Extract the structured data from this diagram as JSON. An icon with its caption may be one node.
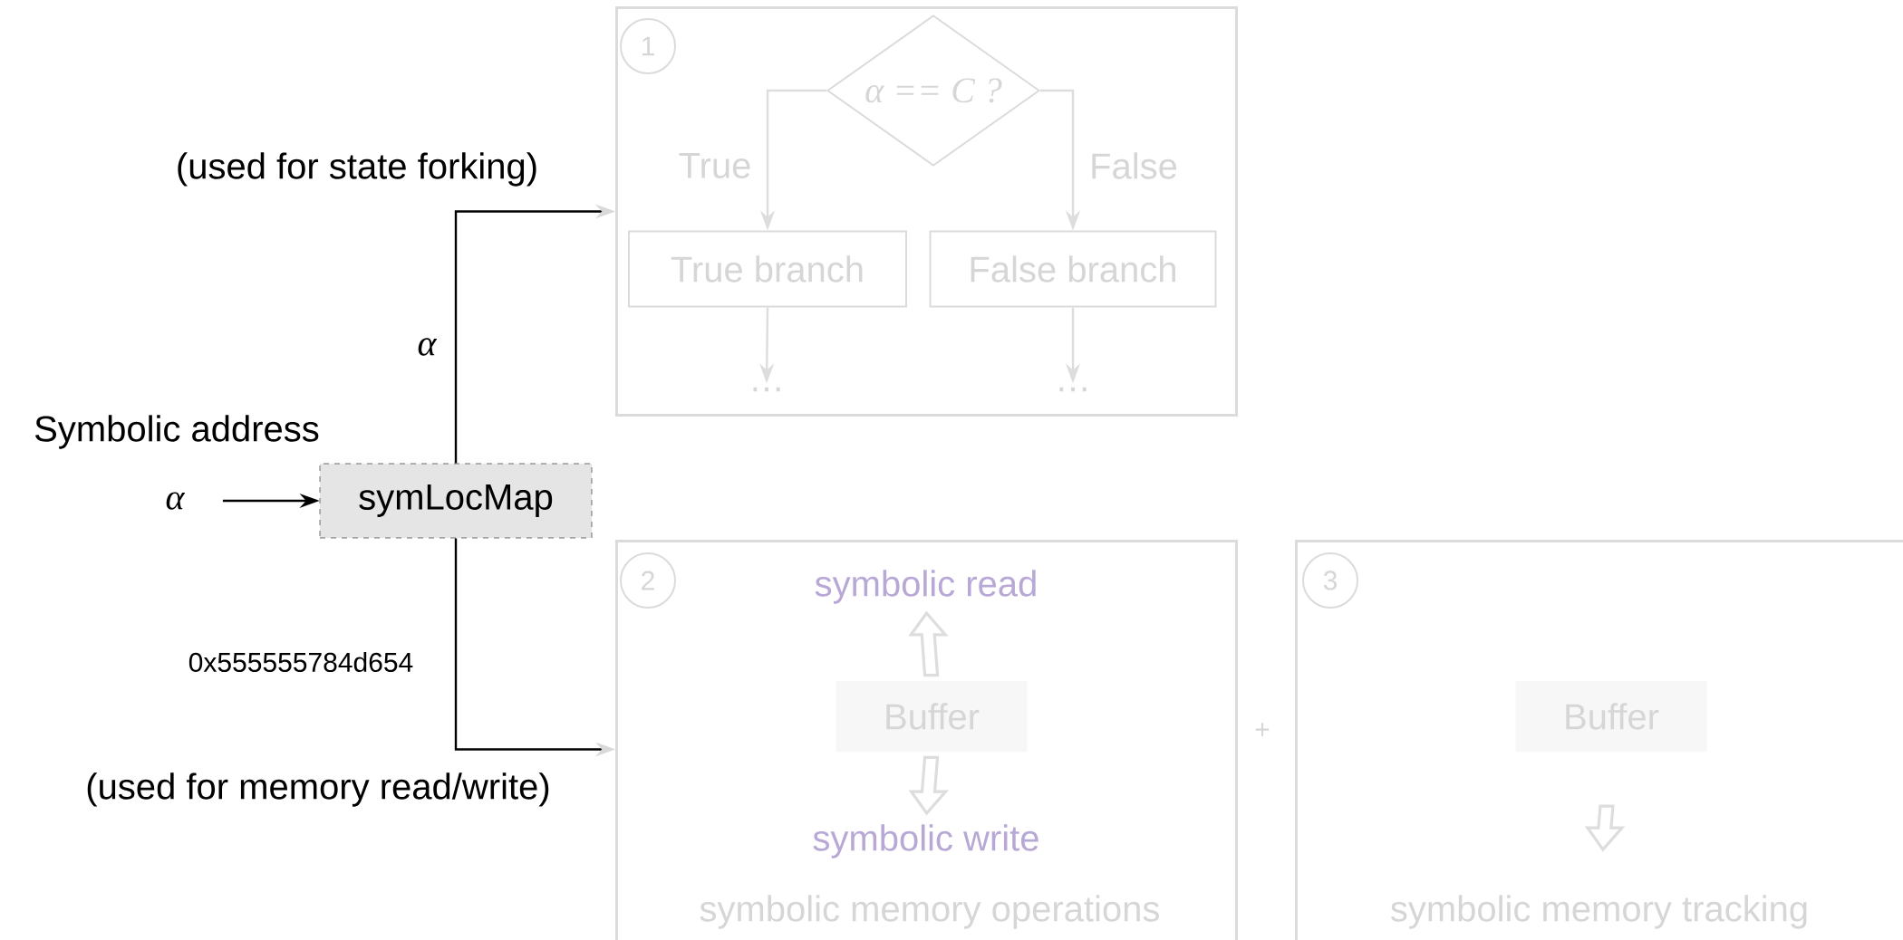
{
  "diagram": {
    "nodes": [
      {
        "text": [
          "α"
        ]
      },
      {
        "text": [
          "symLocMap"
        ]
      },
      {
        "text": [],
        "shape": "box"
      },
      {
        "text": [
          "1"
        ],
        "in": 2
      },
      {
        "text": [
          "*α* == *C* ?"
        ],
        "in": 2
      },
      {
        "text": [
          "True branch"
        ],
        "in": 2
      },
      {
        "text": [
          "False branch"
        ],
        "in": 2
      },
      {
        "text": [
          "…"
        ],
        "in": 2
      },
      {
        "text": [
          "…"
        ],
        "in": 2
      },
      {
        "text": [],
        "shape": "box"
      },
      {
        "text": [
          "2"
        ],
        "in": 9
      },
      {
        "text": [
          "symbolic read"
        ],
        "in": 9
      },
      {
        "text": [
          "Buffer"
        ],
        "in": 9
      },
      {
        "text": [
          "symbolic write"
        ],
        "in": 9
      },
      {
        "text": [
          "symbolic memory operations"
        ],
        "in": 9
      },
      {
        "text": [],
        "shape": "box"
      },
      {
        "text": [
          "3"
        ],
        "in": 15
      },
      {
        "text": [
          "Buffer"
        ],
        "in": 15
      },
      {
        "text": [
          "symbolic memory tracking"
        ],
        "in": 15
      }
    ],
    "edges": [
      {
        "from": 0,
        "to": 1,
        "arrow": "to",
        "color": "#000000"
      },
      {
        "from": 1,
        "to": 2,
        "arrow": "to",
        "label": "α",
        "color": "#000000"
      },
      {
        "from": 1,
        "to": 9,
        "arrow": "to",
        "label": "0x555555784d654",
        "color": "#000000"
      },
      {
        "from": 4,
        "to": 5,
        "arrow": "to",
        "label": "True"
      },
      {
        "from": 4,
        "to": 6,
        "arrow": "to",
        "label": "False"
      },
      {
        "from": 5,
        "to": 7,
        "arrow": "to"
      },
      {
        "from": 6,
        "to": 8,
        "arrow": "to"
      },
      {
        "from": 12,
        "to": 11,
        "arrow": "to",
        "style": "thick"
      },
      {
        "from": 12,
        "to": 13,
        "arrow": "to",
        "style": "thick"
      },
      {
        "from": 17,
        "to": 18,
        "arrow": "to",
        "style": "thick"
      }
    ],
    "labels": [
      "(used for state forking)",
      "Symbolic address",
      "(used for memory read/write)",
      "+"
    ]
  }
}
